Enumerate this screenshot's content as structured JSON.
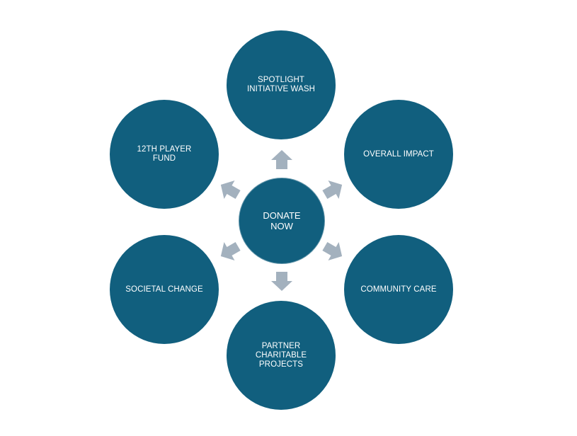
{
  "diagram": {
    "colors": {
      "node_fill": "#115f7e",
      "node_text": "#ffffff",
      "arrow_fill": "#a3b1be",
      "background": "#ffffff"
    },
    "center": {
      "label": "DONATE\nNOW"
    },
    "nodes": [
      {
        "id": "spotlight",
        "label": "SPOTLIGHT\nINITIATIVE WASH"
      },
      {
        "id": "overall-impact",
        "label": "OVERALL IMPACT"
      },
      {
        "id": "community-care",
        "label": "COMMUNITY CARE"
      },
      {
        "id": "partner-projects",
        "label": "PARTNER\nCHARITABLE\nPROJECTS"
      },
      {
        "id": "societal-change",
        "label": "SOCIETAL CHANGE"
      },
      {
        "id": "12th-player-fund",
        "label": "12TH PLAYER\nFUND"
      }
    ],
    "arrows": [
      {
        "from": "center",
        "to": "spotlight"
      },
      {
        "from": "center",
        "to": "overall-impact"
      },
      {
        "from": "center",
        "to": "community-care"
      },
      {
        "from": "center",
        "to": "partner-projects"
      },
      {
        "from": "center",
        "to": "societal-change"
      },
      {
        "from": "center",
        "to": "12th-player-fund"
      }
    ]
  }
}
